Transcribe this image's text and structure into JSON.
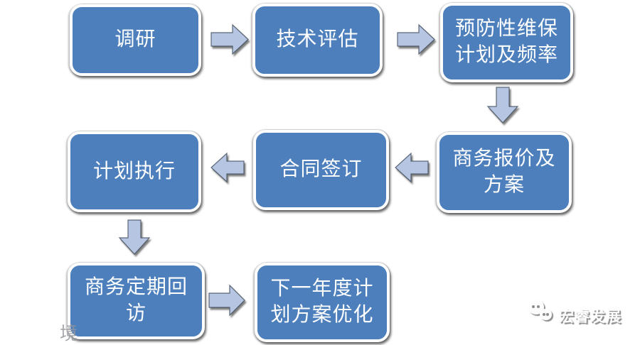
{
  "page": {
    "background": "#ffffff",
    "type": "flowchart"
  },
  "colors": {
    "page_bg": "#ffffff",
    "node_fill": "#4c7fbc",
    "node_border": "#ffffff",
    "node_text": "#ffffff",
    "arrow_fill": "#b6c6e2",
    "arrow_outline": "#3f4a5a"
  },
  "flowchart": {
    "nodes": [
      {
        "id": "research",
        "label": "调研"
      },
      {
        "id": "technical-evaluation",
        "label": "技术评估"
      },
      {
        "id": "preventive-maintenance-plan",
        "label": "预防性维保\n计划及频率"
      },
      {
        "id": "commercial-quotation",
        "label": "商务报价及\n方案"
      },
      {
        "id": "contract-signing",
        "label": "合同签订"
      },
      {
        "id": "plan-execution",
        "label": "计划执行"
      },
      {
        "id": "regular-follow-up",
        "label": "商务定期回\n访"
      },
      {
        "id": "next-year-plan-optimization",
        "label": "下一年度计\n划方案优化"
      }
    ],
    "connections": [
      {
        "from": "调研",
        "to": "技术评估",
        "direction": "right"
      },
      {
        "from": "技术评估",
        "to": "预防性维保计划及频率",
        "direction": "right"
      },
      {
        "from": "预防性维保计划及频率",
        "to": "商务报价及方案",
        "direction": "down"
      },
      {
        "from": "商务报价及方案",
        "to": "合同签订",
        "direction": "left"
      },
      {
        "from": "合同签订",
        "to": "计划执行",
        "direction": "left"
      },
      {
        "from": "计划执行",
        "to": "商务定期回访",
        "direction": "down"
      },
      {
        "from": "商务定期回访",
        "to": "下一年度计划方案优化",
        "direction": "right"
      }
    ]
  },
  "watermark": {
    "text": "境"
  },
  "footer_logo": {
    "icon": "wechat-icon",
    "text": "宏睿发展"
  }
}
